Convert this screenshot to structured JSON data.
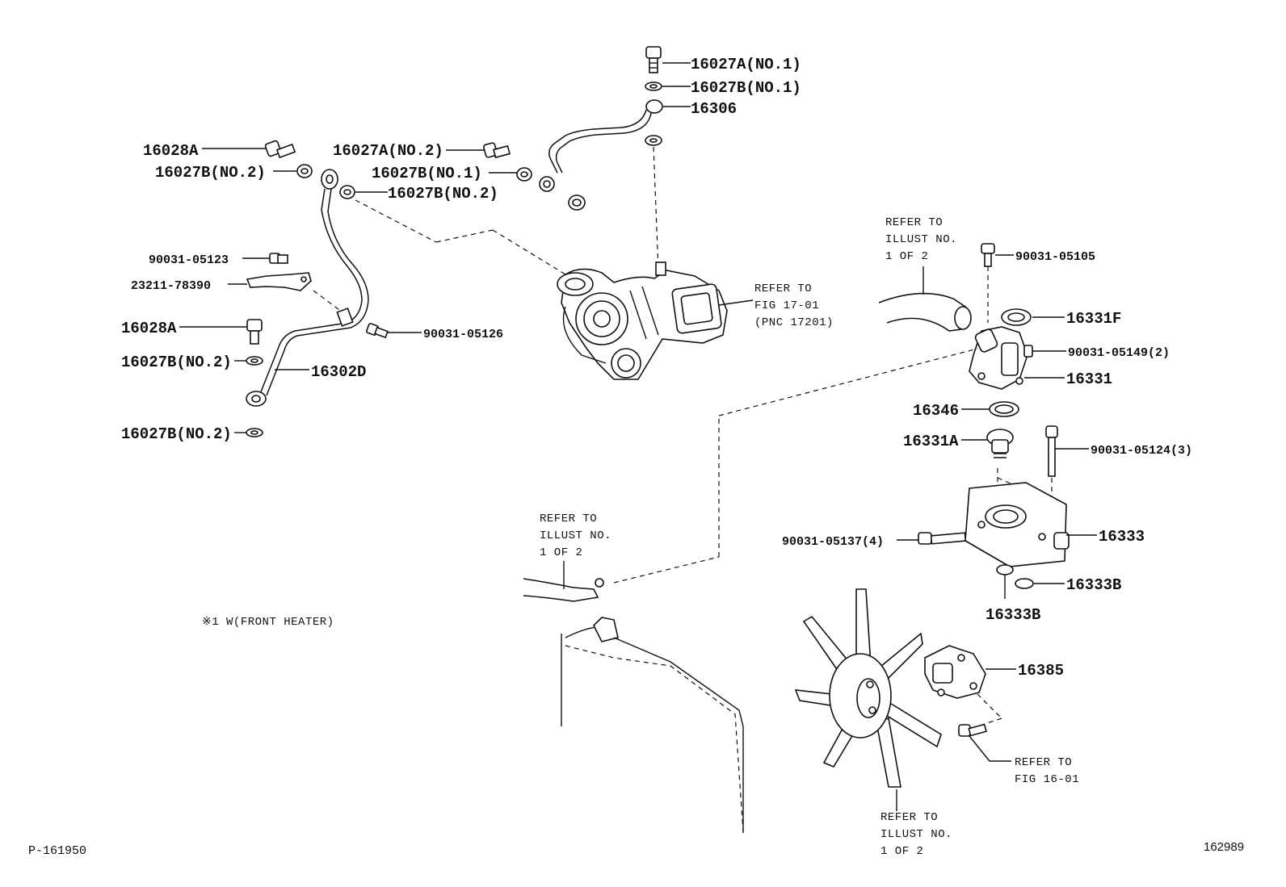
{
  "parts": {
    "p16027A_no1_top": "16027A(NO.1)",
    "p16027B_no1_top": "16027B(NO.1)",
    "p16306": "16306",
    "p16028A_top": "16028A",
    "p16027B_no2_a": "16027B(NO.2)",
    "p16027A_no2": "16027A(NO.2)",
    "p16027B_no1_mid": "16027B(NO.1)",
    "p16027B_no2_b": "16027B(NO.2)",
    "p90031_05123": "90031-05123",
    "p23211_78390": "23211-78390",
    "p16028A_mid": "16028A",
    "p16027B_no2_c": "16027B(NO.2)",
    "p16302D": "16302D",
    "p16027B_no2_d": "16027B(NO.2)",
    "p90031_05126": "90031-05126",
    "p90031_05105": "90031-05105",
    "p16331F": "16331F",
    "p90031_05149": "90031-05149(2)",
    "p16331": "16331",
    "p16346": "16346",
    "p16331A": "16331A",
    "p90031_05124": "90031-05124(3)",
    "p90031_05137": "90031-05137(4)",
    "p16333": "16333",
    "p16333B_right": "16333B",
    "p16333B_below": "16333B",
    "p16385": "16385"
  },
  "notes": {
    "refer_turbo": [
      "REFER TO",
      "FIG 17-01",
      "(PNC 17201)"
    ],
    "refer_hose_top": [
      "REFER TO",
      "ILLUST NO.",
      "1 OF 2"
    ],
    "refer_hose_left": [
      "REFER TO",
      "ILLUST NO.",
      "1 OF 2"
    ],
    "refer_fig16": [
      "REFER TO",
      "FIG 16-01"
    ],
    "refer_fan": [
      "REFER TO",
      "ILLUST NO.",
      "1 OF 2"
    ],
    "heater_note": "※1 W(FRONT HEATER)"
  },
  "footer": {
    "page_code": "P-161950",
    "illus_number": "162989"
  }
}
